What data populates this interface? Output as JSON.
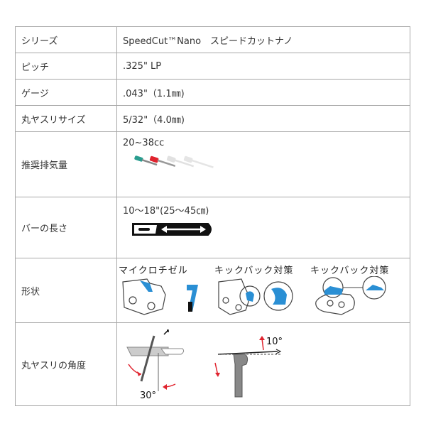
{
  "spec_table": {
    "rows": [
      {
        "label": "シリーズ",
        "value": "SpeedCut™Nano　スピードカットナノ"
      },
      {
        "label": "ピッチ",
        "value": ".325\" LP"
      },
      {
        "label": "ゲージ",
        "value": ".043\"（1.1㎜)"
      },
      {
        "label": "丸ヤスリサイズ",
        "value": "5/32\"（4.0㎜)"
      },
      {
        "label": "推奨排気量",
        "value": "20~38cc",
        "icon": "chainsaw-size-icons"
      },
      {
        "label": "バーの長さ",
        "value": "10～18\"(25～45㎝)",
        "icon": "guide-bar-icon"
      },
      {
        "label": "形状",
        "shapes": [
          {
            "label": "マイクロチゼル",
            "icon": "micro-chisel-cutter-icon"
          },
          {
            "label": "キックバック対策",
            "icon": "kickback-cutter-icon"
          },
          {
            "label": "キックバック対策",
            "icon": "kickback-depth-gauge-icon"
          }
        ]
      },
      {
        "label": "丸ヤスリの角度",
        "angles": [
          {
            "label": "30°",
            "icon": "file-angle-30-icon"
          },
          {
            "label": "10°",
            "icon": "file-angle-10-icon"
          }
        ]
      }
    ]
  },
  "colors": {
    "accent_blue": "#2a8fd4",
    "accent_red": "#e0232e",
    "accent_teal": "#2a9d8f",
    "border": "#a8a8a8"
  }
}
